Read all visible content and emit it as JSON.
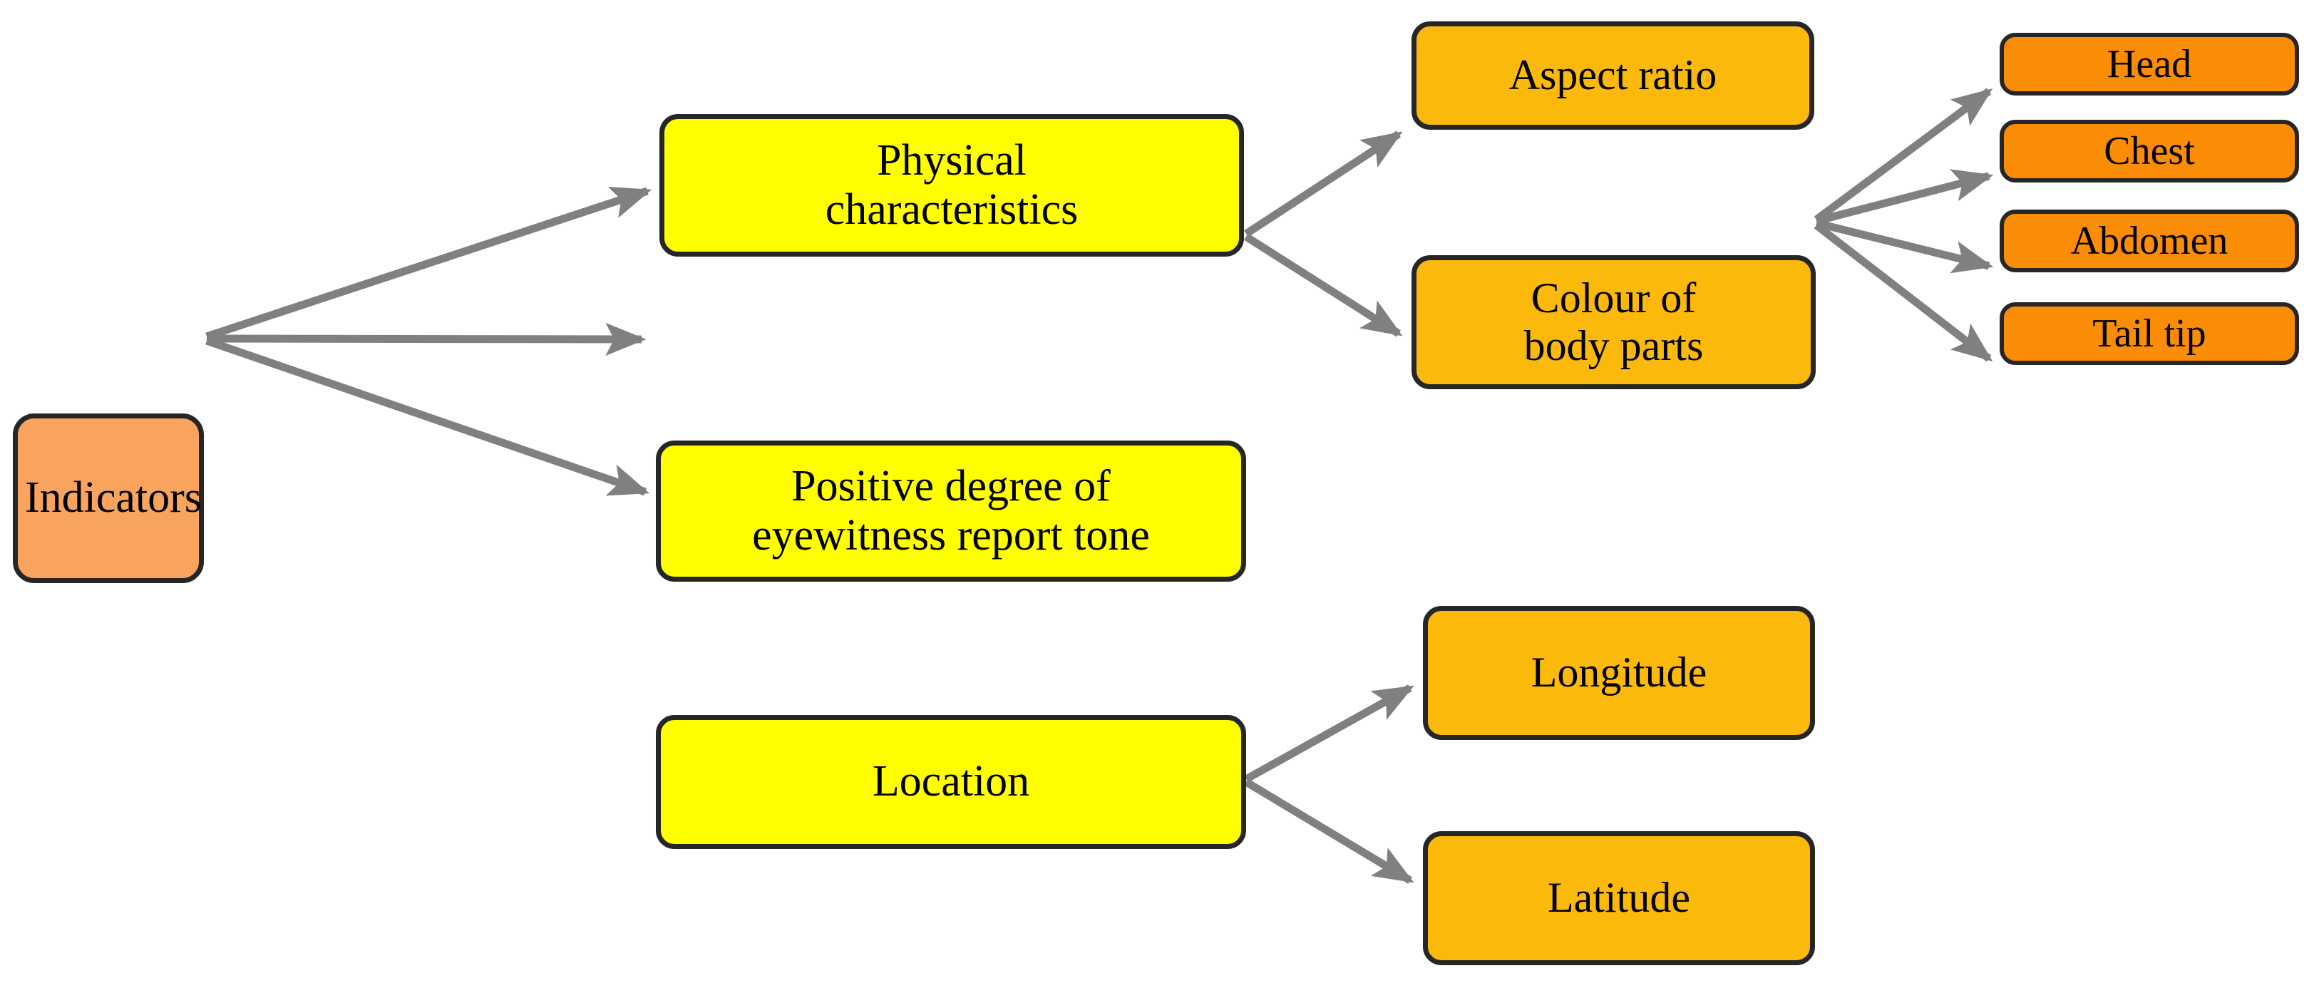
{
  "diagram": {
    "title": "Indicators hierarchy",
    "colors": {
      "background": "#ffffff",
      "root_fill": "#F9A45E",
      "level2_fill": "#FFFF00",
      "level3_fill": "#FBBA0B",
      "level4_fill": "#FB8C05",
      "node_border": "#262626",
      "edge": "#808080",
      "text": "#000000"
    },
    "nodes": {
      "indicators": "Indicators",
      "physical_characteristics": "Physical\ncharacteristics",
      "positive_degree": "Positive degree of\neyewitness report tone",
      "location": "Location",
      "aspect_ratio": "Aspect ratio",
      "colour_of_body_parts": "Colour of\nbody parts",
      "longitude": "Longitude",
      "latitude": "Latitude",
      "head": "Head",
      "chest": "Chest",
      "abdomen": "Abdomen",
      "tail_tip": "Tail tip"
    },
    "edges": [
      {
        "from": "indicators",
        "to": "physical_characteristics"
      },
      {
        "from": "indicators",
        "to": "positive_degree"
      },
      {
        "from": "indicators",
        "to": "location"
      },
      {
        "from": "physical_characteristics",
        "to": "aspect_ratio"
      },
      {
        "from": "physical_characteristics",
        "to": "colour_of_body_parts"
      },
      {
        "from": "colour_of_body_parts",
        "to": "head"
      },
      {
        "from": "colour_of_body_parts",
        "to": "chest"
      },
      {
        "from": "colour_of_body_parts",
        "to": "abdomen"
      },
      {
        "from": "colour_of_body_parts",
        "to": "tail_tip"
      },
      {
        "from": "location",
        "to": "longitude"
      },
      {
        "from": "location",
        "to": "latitude"
      }
    ]
  }
}
